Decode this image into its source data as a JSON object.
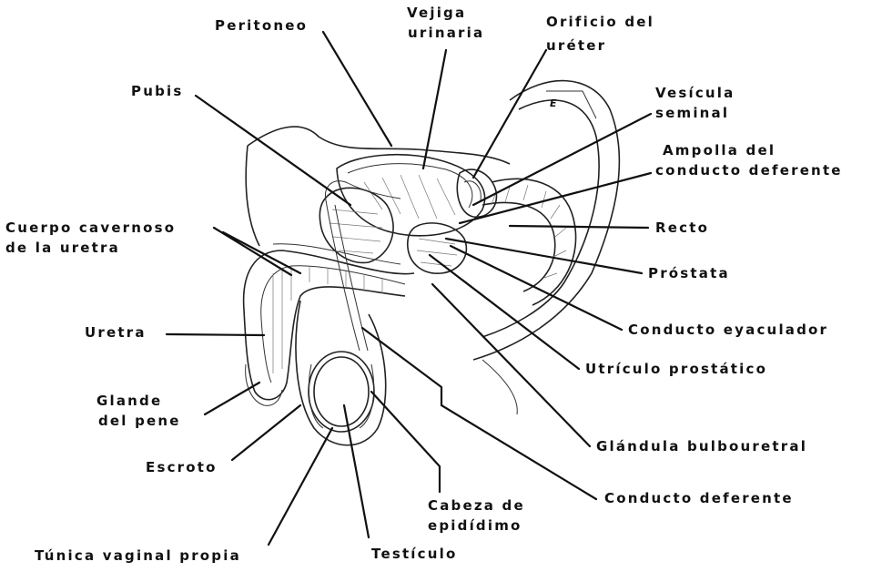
{
  "labels": {
    "peritoneo": "Peritoneo",
    "vejiga_1": "Vejiga",
    "vejiga_2": "urinaria",
    "orificio_1": "Orificio del",
    "orificio_2": "uréter",
    "pubis": "Pubis",
    "vesicula_1": "Vesícula",
    "vesicula_2": "seminal",
    "ampolla_1": "Ampolla del",
    "ampolla_2": "conducto deferente",
    "cuerpo_1": "Cuerpo cavernoso",
    "cuerpo_2": "de la uretra",
    "recto": "Recto",
    "prostata": "Próstata",
    "uretra": "Uretra",
    "conducto_eyaculador": "Conducto eyaculador",
    "utriculo": "Utrículo prostático",
    "glande_1": "Glande",
    "glande_2": "del pene",
    "glandula": "Glándula bulbouretral",
    "escroto": "Escroto",
    "conducto_deferente": "Conducto deferente",
    "cabeza_1": "Cabeza de",
    "cabeza_2": "epidídimo",
    "tunica": "Túnica vaginal propia",
    "testiculo": "Testículo",
    "corner_mark": "E"
  }
}
